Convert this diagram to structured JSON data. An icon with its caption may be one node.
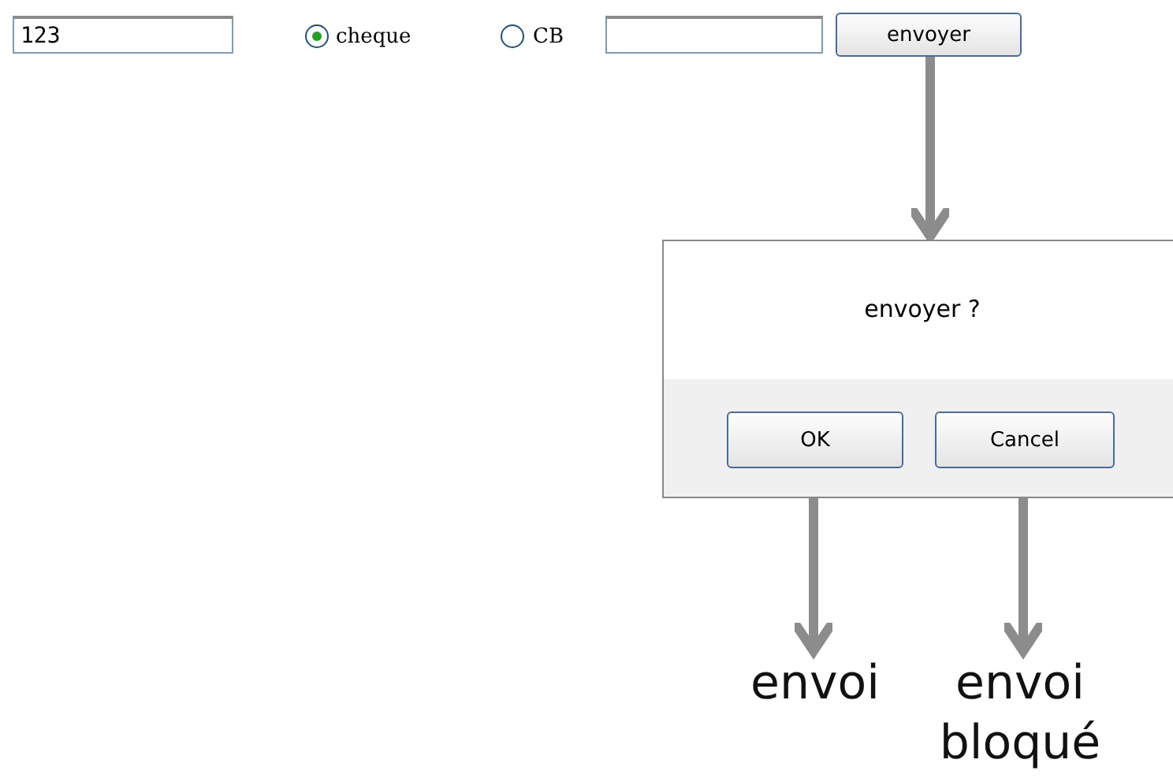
{
  "diagram": {
    "nodes": [
      {
        "text": [
          "envoyer"
        ]
      },
      {
        "text": [
          "envoyer ?"
        ]
      },
      {
        "text": [
          "OK"
        ],
        "in": 1
      },
      {
        "text": [
          "Cancel"
        ],
        "in": 1
      },
      {
        "text": [
          "envoi"
        ]
      },
      {
        "text": [
          "envoi bloqué"
        ]
      }
    ],
    "edges": [
      {
        "from": 0,
        "to": 1,
        "arrow": "to"
      },
      {
        "from": 2,
        "to": 4,
        "arrow": "to"
      },
      {
        "from": 3,
        "to": 5,
        "arrow": "to"
      }
    ],
    "labels": [
      "123",
      "cheque",
      "CB"
    ]
  }
}
